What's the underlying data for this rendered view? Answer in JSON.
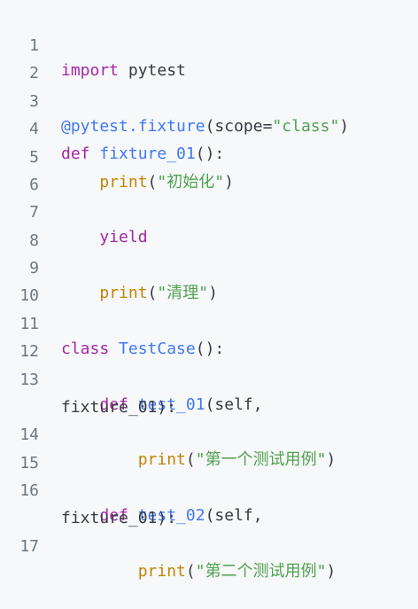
{
  "code": {
    "lines": [
      {
        "num": "1",
        "import": "import",
        "module": " pytest"
      },
      {
        "num": "2"
      },
      {
        "num": "3",
        "decorator": "@pytest.fixture",
        "open": "(",
        "param": "scope=",
        "value": "\"class\"",
        "close": ")"
      },
      {
        "num": "4",
        "kw": "def",
        "name": " fixture_01",
        "rest": "():"
      },
      {
        "num": "5",
        "indent": "    ",
        "call": "print",
        "open": "(",
        "arg": "\"初始化\"",
        "close": ")"
      },
      {
        "num": "6"
      },
      {
        "num": "7",
        "indent": "    ",
        "kw": "yield"
      },
      {
        "num": "8"
      },
      {
        "num": "9",
        "indent": "    ",
        "call": "print",
        "open": "(",
        "arg": "\"清理\"",
        "close": ")"
      },
      {
        "num": "10"
      },
      {
        "num": "11",
        "kw": "class",
        "name": " TestCase",
        "rest": "():"
      },
      {
        "num": "12"
      },
      {
        "num": "13",
        "indent": "    ",
        "kw": "def",
        "name": " test_01",
        "rest": "(self,",
        "cont": "fixture_01):"
      },
      {
        "num": "14",
        "indent": "        ",
        "call": "print",
        "open": "(",
        "arg": "\"第一个测试用例\"",
        "close": ")"
      },
      {
        "num": "15"
      },
      {
        "num": "16",
        "indent": "    ",
        "kw": "def",
        "name": " test_02",
        "rest": "(self,",
        "cont": "fixture_01):"
      },
      {
        "num": "17",
        "indent": "        ",
        "call": "print",
        "open": "(",
        "arg": "\"第二个测试用例\"",
        "close": ")"
      }
    ]
  },
  "colors": {
    "background": "#f6f8fa",
    "line_number": "#6e7781",
    "keyword": "#a626a4",
    "function": "#4078f2",
    "string": "#50a14f",
    "builtin": "#c18401",
    "text": "#383a42"
  }
}
